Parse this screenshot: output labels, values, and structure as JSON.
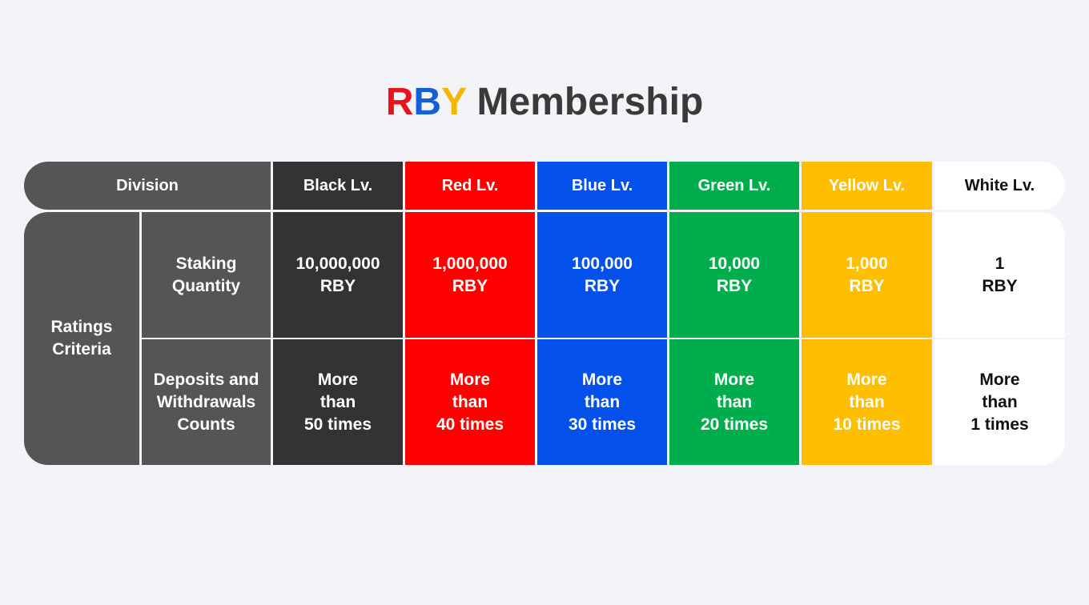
{
  "title": {
    "part_r": "R",
    "part_b": "B",
    "part_y": "Y",
    "rest": " Membership"
  },
  "table": {
    "division_label": "Division",
    "ratings_label": "Ratings\nCriteria",
    "row_labels": {
      "staking": "Staking\nQuantity",
      "counts": "Deposits and\nWithdrawals\nCounts"
    },
    "levels": [
      {
        "name": "Black Lv.",
        "staking": "10,000,000\nRBY",
        "counts": "More\nthan\n50 times",
        "color": "#333333"
      },
      {
        "name": "Red Lv.",
        "staking": "1,000,000\nRBY",
        "counts": "More\nthan\n40 times",
        "color": "#ff0000"
      },
      {
        "name": "Blue Lv.",
        "staking": "100,000\nRBY",
        "counts": "More\nthan\n30 times",
        "color": "#0450ea"
      },
      {
        "name": "Green Lv.",
        "staking": "10,000\nRBY",
        "counts": "More\nthan\n20 times",
        "color": "#00ad4c"
      },
      {
        "name": "Yellow Lv.",
        "staking": "1,000\nRBY",
        "counts": "More\nthan\n10 times",
        "color": "#ffbe00"
      },
      {
        "name": "White Lv.",
        "staking": "1\nRBY",
        "counts": "More\nthan\n1 times",
        "color": "#ffffff"
      }
    ]
  }
}
